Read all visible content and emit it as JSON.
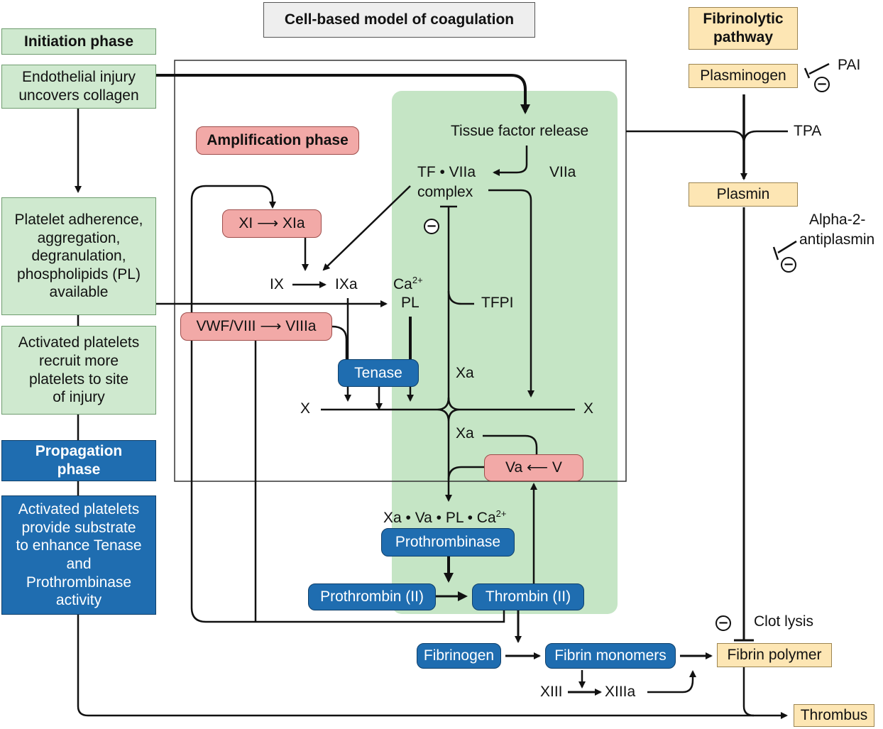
{
  "title": "Cell-based model of coagulation",
  "left_column": {
    "initiation_header": "Initiation phase",
    "endothelial": "Endothelial injury\nuncovers collagen",
    "platelet": "Platelet adherence,\naggregation,\ndegranulation,\nphospholipids (PL)\navailable",
    "activated": "Activated platelets\nrecruit more\nplatelets to site\nof injury",
    "propagation_header": "Propagation\nphase",
    "propagation_body": "Activated platelets\nprovide substrate\nto enhance Tenase\nand\nProthrombinase\nactivity"
  },
  "amplification": {
    "header": "Amplification phase",
    "xi_box": "XI ⟶ XIa",
    "vwf_box": "VWF/VIII ⟶ VIIIa",
    "ix": "IX",
    "ixa": "IXa",
    "ca": "Ca",
    "ca_sup": "2+",
    "pl": "PL",
    "tenase": "Tenase",
    "x_left": "X",
    "x_right": "X"
  },
  "core": {
    "tissue_factor": "Tissue factor release",
    "tf_complex_1": "TF • VIIa",
    "tf_complex_2": "complex",
    "viia": "VIIa",
    "tfpi": "TFPI",
    "xa_top": "Xa",
    "xa_mid": "Xa",
    "va_v": "Va ⟵ V",
    "prothrombinase_formula": "Xa • Va • PL • Ca",
    "prothrombinase_formula_sup": "2+",
    "prothrombinase": "Prothrombinase",
    "prothrombin": "Prothrombin (II)",
    "thrombin": "Thrombin (II)"
  },
  "fibrin": {
    "fibrinogen": "Fibrinogen",
    "monomers": "Fibrin monomers",
    "xiii": "XIII",
    "xiiia": "XIIIa",
    "polymer": "Fibrin polymer",
    "thrombus": "Thrombus",
    "clot_lysis": "Clot lysis"
  },
  "fibrinolytic": {
    "header": "Fibrinolytic\npathway",
    "plasminogen": "Plasminogen",
    "pai": "PAI",
    "tpa": "TPA",
    "plasmin": "Plasmin",
    "alpha2_1": "Alpha-2-",
    "alpha2_2": "antiplasmin"
  },
  "colors": {
    "green_fill": "#cfe9cf",
    "core_green": "#c5e5c5",
    "blue_fill": "#1f6db0",
    "pink_fill": "#f2a9a7",
    "yellow_fill": "#fde6b4",
    "title_fill": "#eeeeee"
  },
  "minus_symbol": "−"
}
